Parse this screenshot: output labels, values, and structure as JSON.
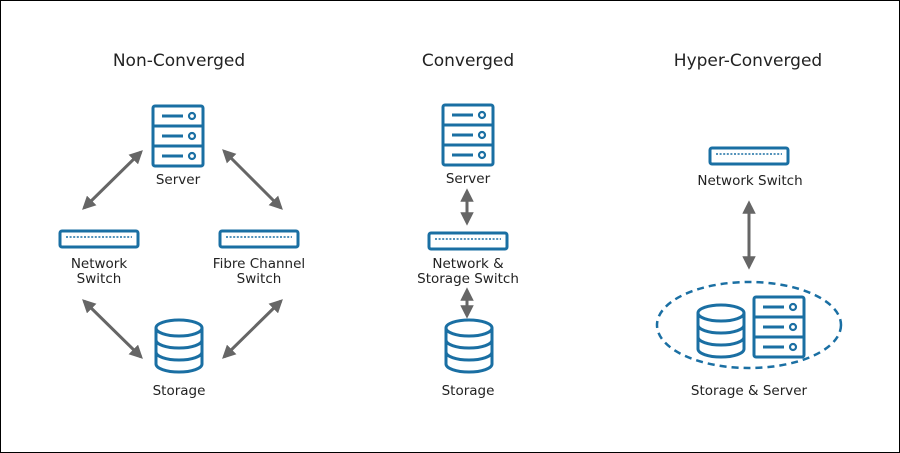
{
  "colors": {
    "icon": "#1a6fa3",
    "arrow": "#666666",
    "text": "#222222",
    "border": "#000000"
  },
  "sections": {
    "non_converged": {
      "title": "Non-Converged",
      "server": "Server",
      "network_switch": [
        "Network",
        "Switch"
      ],
      "fibre_channel_switch": [
        "Fibre Channel",
        "Switch"
      ],
      "storage": "Storage"
    },
    "converged": {
      "title": "Converged",
      "server": "Server",
      "network_storage_switch": [
        "Network &",
        "Storage Switch"
      ],
      "storage": "Storage"
    },
    "hyper_converged": {
      "title": "Hyper-Converged",
      "network_switch": "Network Switch",
      "storage_server": "Storage & Server"
    }
  }
}
